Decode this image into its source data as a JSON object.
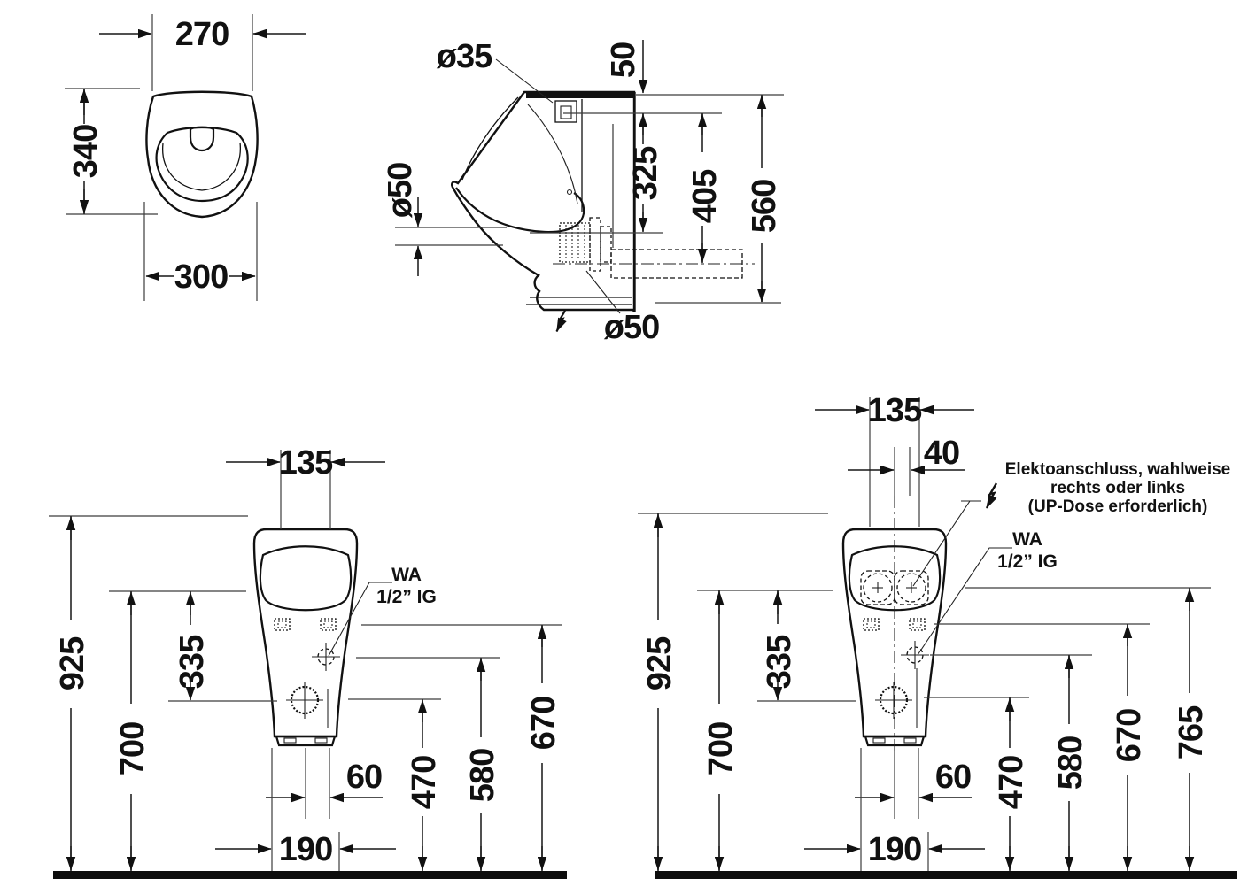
{
  "drawing": {
    "front": {
      "width_top": "270",
      "height": "340",
      "width_bottom": "300"
    },
    "side": {
      "inlet_diameter": "ø35",
      "top_offset": "50",
      "outlet_diameter": "ø50",
      "depth_inlet_to_outlet": "325",
      "depth_inlet_to_pipe": "405",
      "depth_total": "560",
      "pipe_diameter": "ø50"
    },
    "install_left": {
      "rim_width": "135",
      "height_total": "925",
      "height_rim": "700",
      "rim_to_drain": "335",
      "water_offset": "60",
      "outlet_spacing": "190",
      "height_drain": "470",
      "height_water": "580",
      "height_fixings": "670",
      "wa_line1": "WA",
      "wa_line2": "1/2” IG"
    },
    "install_right": {
      "rim_width": "135",
      "electrical_offset": "40",
      "height_total": "925",
      "height_rim": "700",
      "rim_to_drain": "335",
      "water_offset": "60",
      "outlet_spacing": "190",
      "height_drain": "470",
      "height_water": "580",
      "height_fixings": "670",
      "height_electrical": "765",
      "wa_line1": "WA",
      "wa_line2": "1/2” IG",
      "electrical_note_line1": "Elektoanschluss, wahlweise",
      "electrical_note_line2": "rechts oder links",
      "electrical_note_line3": "(UP-Dose erforderlich)"
    }
  }
}
